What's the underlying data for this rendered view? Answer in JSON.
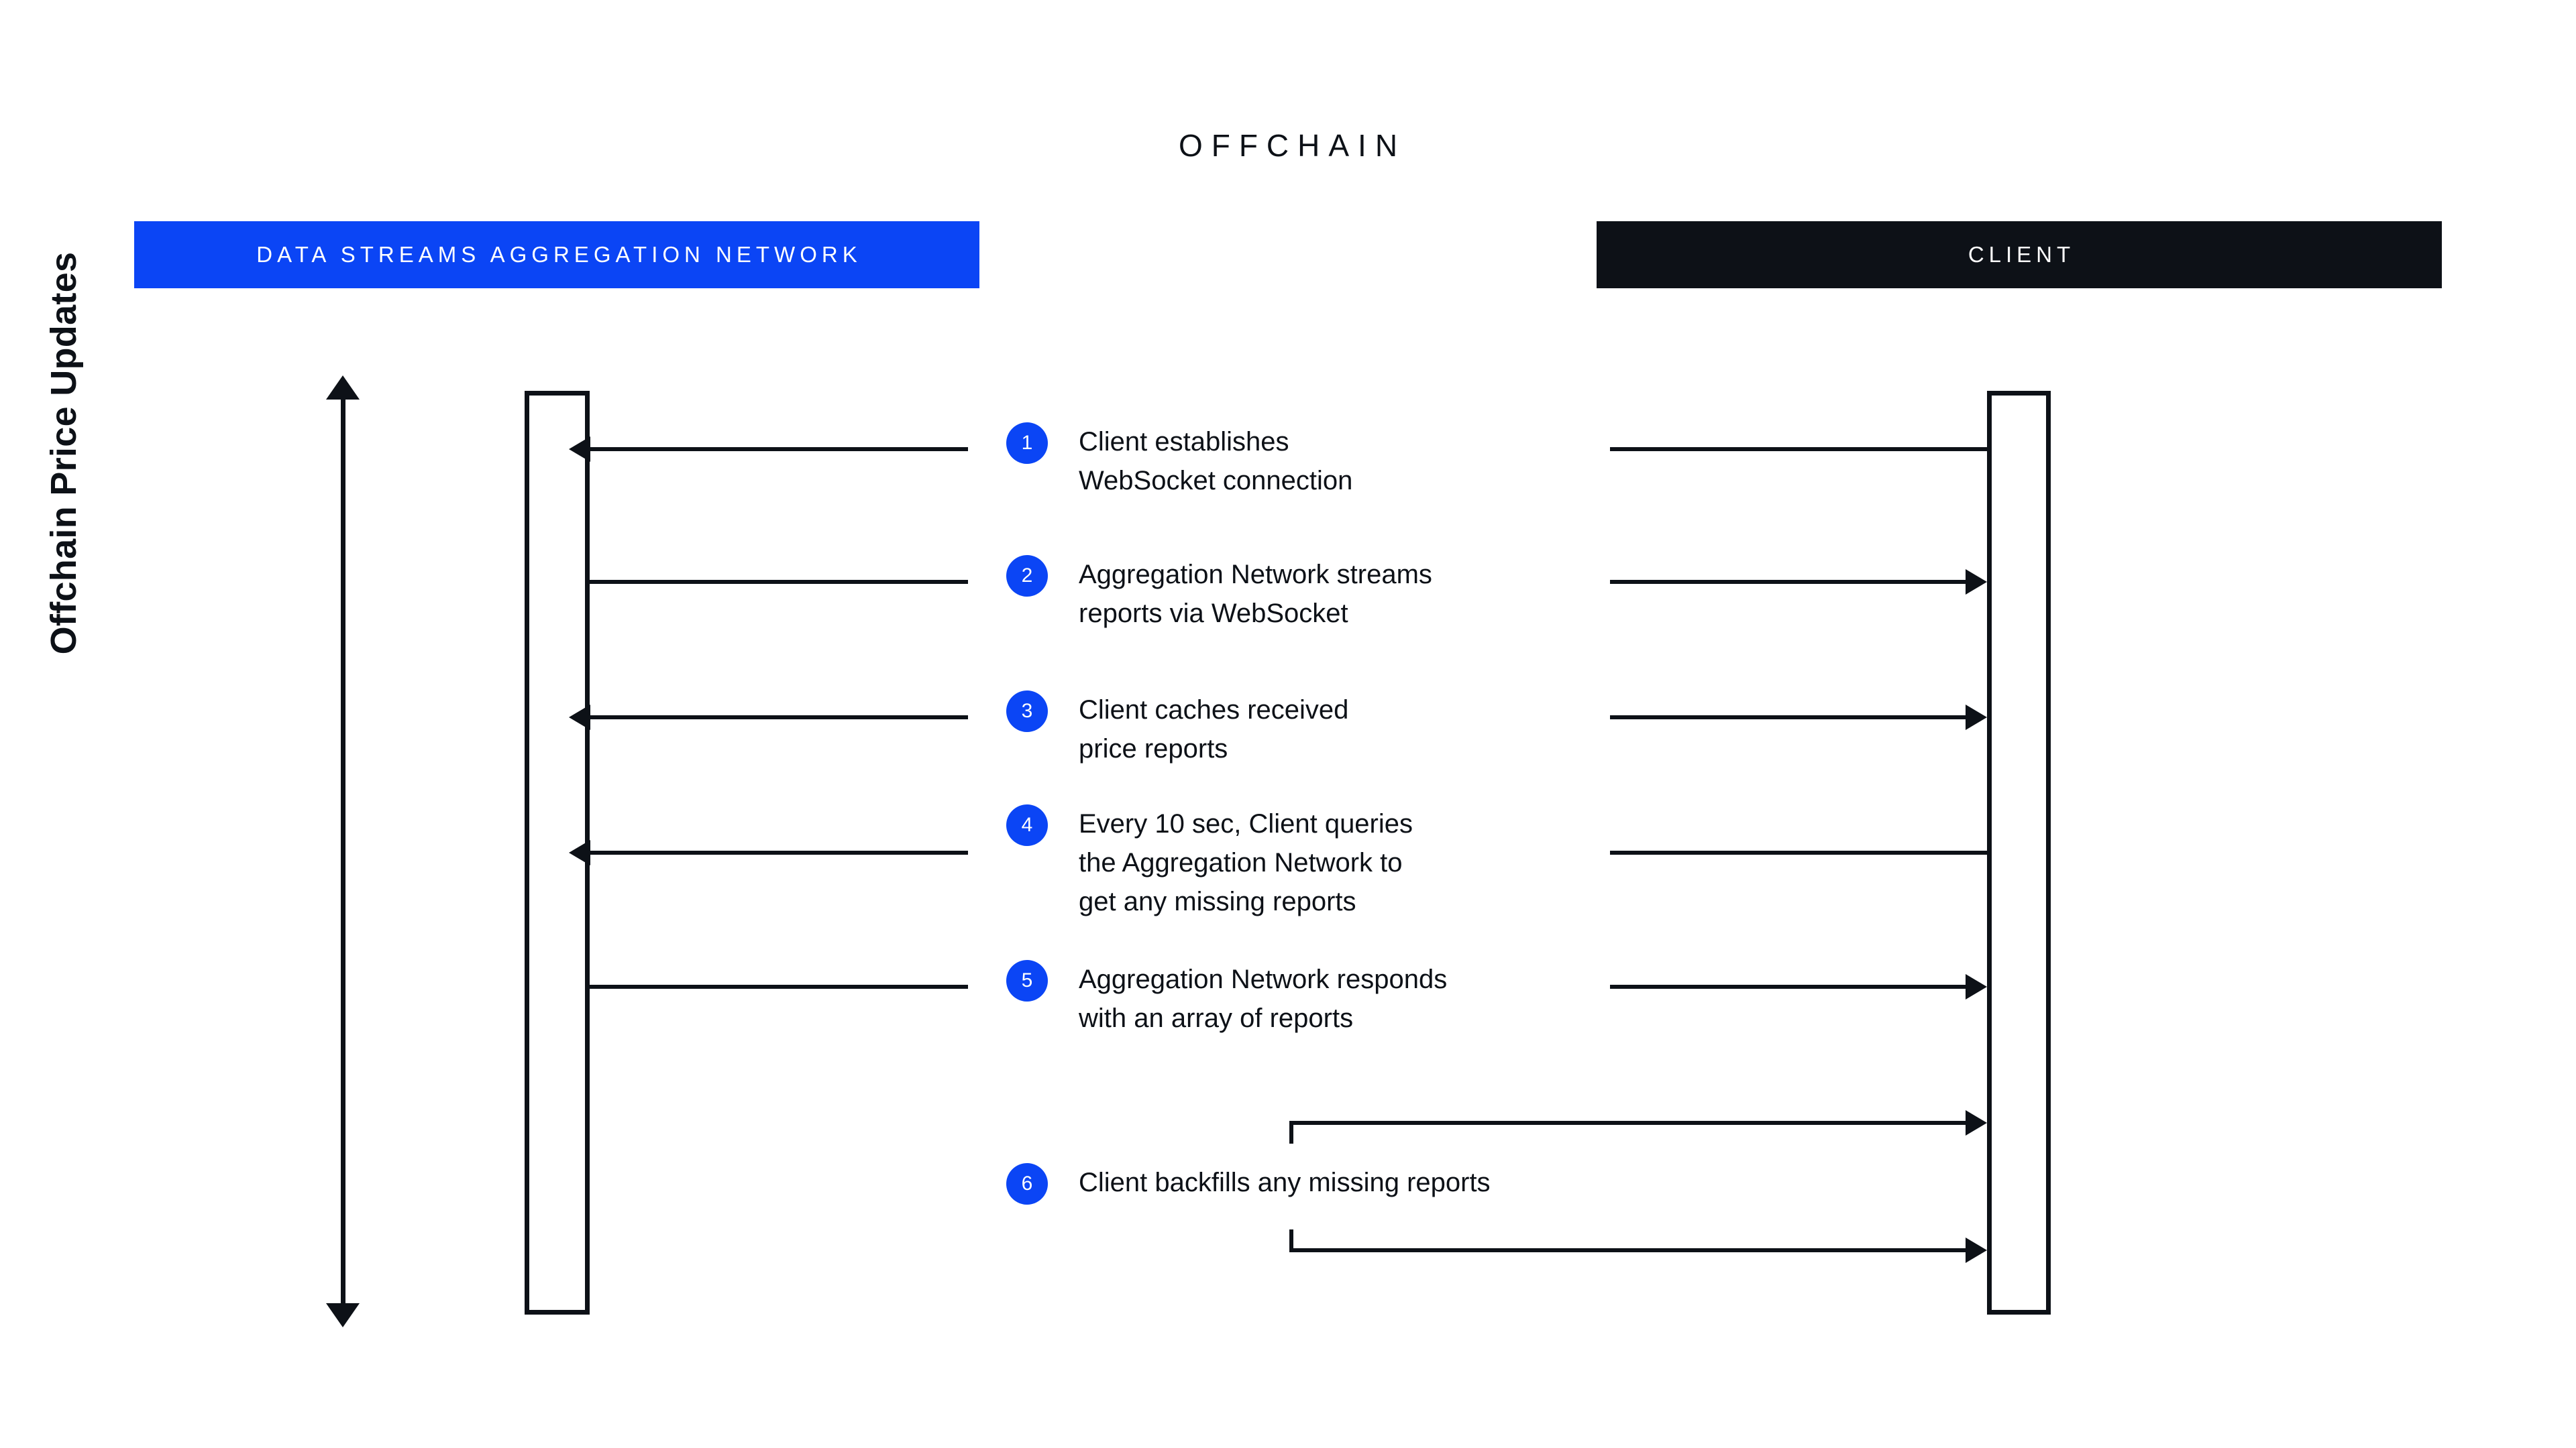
{
  "diagram": {
    "section_title": "OFFCHAIN",
    "axis_label": "Offchain Price Updates",
    "colors": {
      "brand_blue": "#0b45f5",
      "dark": "#0d1117",
      "background": "#ffffff"
    }
  },
  "actors": [
    {
      "id": "aggregation-network",
      "label": "DATA STREAMS AGGREGATION NETWORK",
      "color": "#0b45f5"
    },
    {
      "id": "client",
      "label": "CLIENT",
      "color": "#0d1117"
    }
  ],
  "steps": [
    {
      "number": "1",
      "text": "Client establishes\nWebSocket connection"
    },
    {
      "number": "2",
      "text": "Aggregation Network streams\nreports via WebSocket"
    },
    {
      "number": "3",
      "text": "Client caches received\nprice reports"
    },
    {
      "number": "4",
      "text": "Every 10 sec, Client queries\nthe Aggregation Network to\nget any missing reports"
    },
    {
      "number": "5",
      "text": "Aggregation Network responds\nwith an array of reports"
    },
    {
      "number": "6",
      "text": "Client backfills any missing reports"
    }
  ]
}
